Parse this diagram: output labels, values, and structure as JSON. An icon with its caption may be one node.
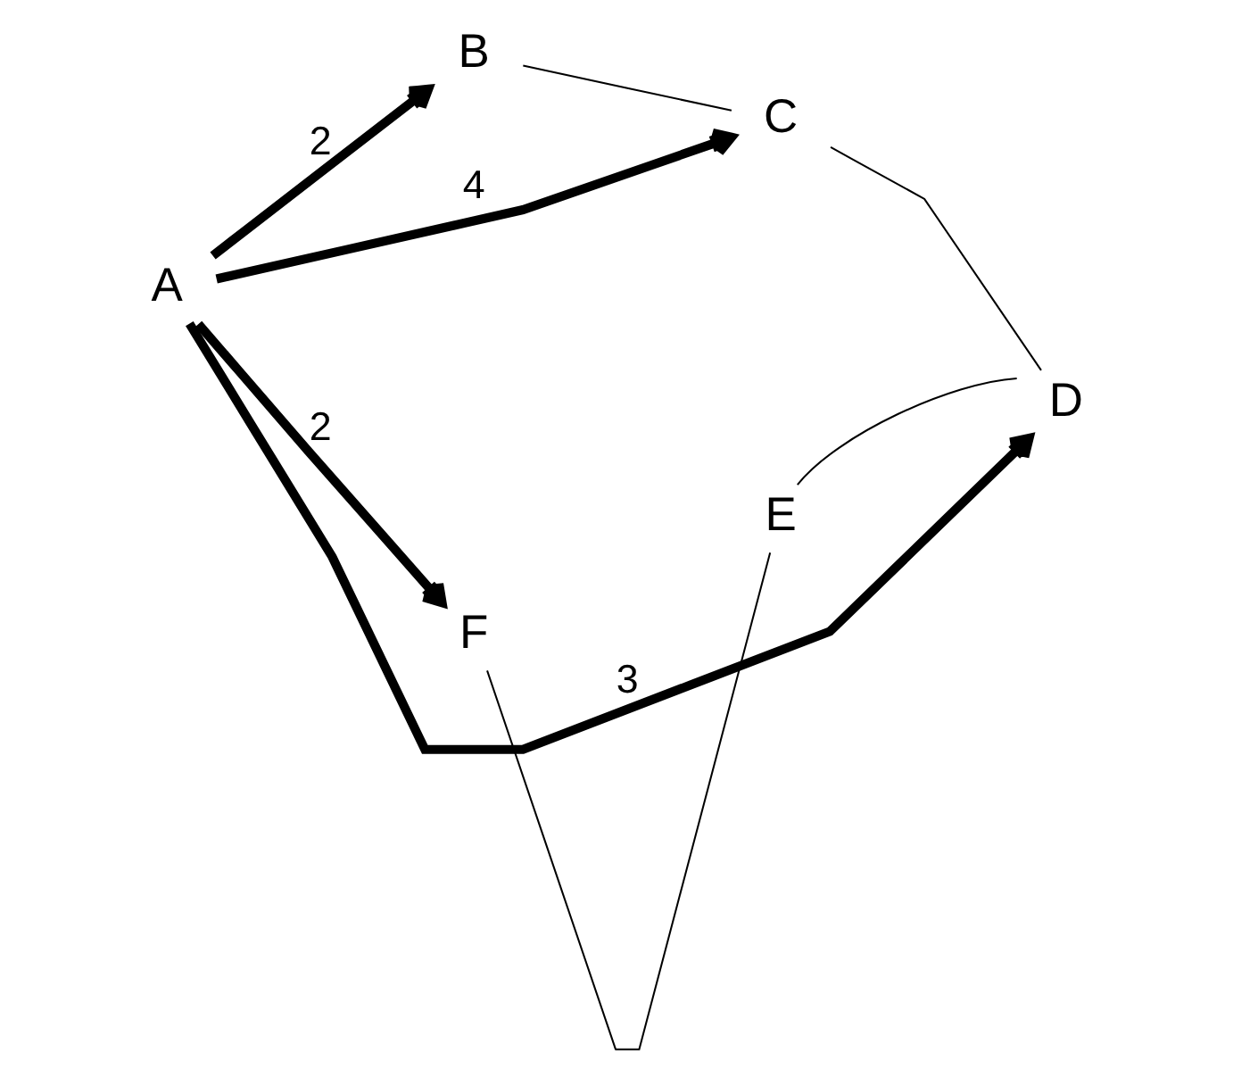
{
  "diagram": {
    "nodes": [
      {
        "text": [
          "A"
        ]
      },
      {
        "text": [
          "B"
        ]
      },
      {
        "text": [
          "C"
        ]
      },
      {
        "text": [
          "D"
        ]
      },
      {
        "text": [
          "E"
        ]
      },
      {
        "text": [
          "F"
        ]
      }
    ],
    "edges": [
      {
        "from": 0,
        "to": 1,
        "arrow": "to",
        "label": "2",
        "style": "thick"
      },
      {
        "from": 0,
        "to": 2,
        "arrow": "to",
        "label": "4",
        "style": "thick"
      },
      {
        "from": 0,
        "to": 3,
        "arrow": "to",
        "label": "3",
        "style": "thick"
      },
      {
        "from": 0,
        "to": 5,
        "arrow": "to",
        "label": "2",
        "style": "thick"
      },
      {
        "from": 1,
        "to": 2,
        "arrow": "none"
      },
      {
        "from": 2,
        "to": 3,
        "arrow": "none"
      },
      {
        "from": 3,
        "to": 4,
        "arrow": "none"
      },
      {
        "from": 4,
        "to": 5,
        "arrow": "none"
      }
    ]
  }
}
